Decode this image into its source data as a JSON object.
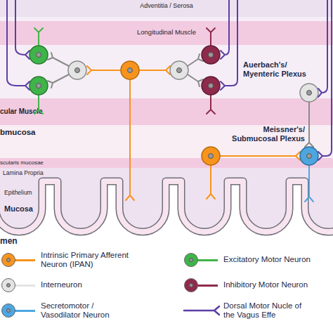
{
  "diagram": {
    "nodes": [
      {
        "text": [
          "Adventitia / Serosa"
        ]
      },
      {
        "text": [
          "Longitudinal Muscle"
        ]
      },
      {
        "text": [
          "cular Muscle"
        ]
      },
      {
        "text": [
          "bmucosa"
        ]
      },
      {
        "text": [
          "scularis mucosae"
        ]
      },
      {
        "text": [
          "Lamina Propria",
          "Epithelium",
          "Mucosa"
        ]
      }
    ],
    "labels": [
      "Auerbach's/ Myenteric Plexus",
      "Meissner's/ Submucosal Plexus",
      "men"
    ],
    "legend": [
      {
        "text": "Intrinsic Primary Afferent Neuron (IPAN)",
        "color": "#f7941d"
      },
      {
        "text": "Excitatory Motor Neuron",
        "color": "#3fb44a"
      },
      {
        "text": "Interneuron",
        "color": "#e4e4e4"
      },
      {
        "text": "Inhibitory Motor Neuron",
        "color": "#8e2a4b"
      },
      {
        "text": "Secretomotor / Vasodilator Neuron",
        "color": "#4da6e0"
      },
      {
        "text": "Dorsal Motor Nucle of the Vagus Effe"
      }
    ]
  }
}
